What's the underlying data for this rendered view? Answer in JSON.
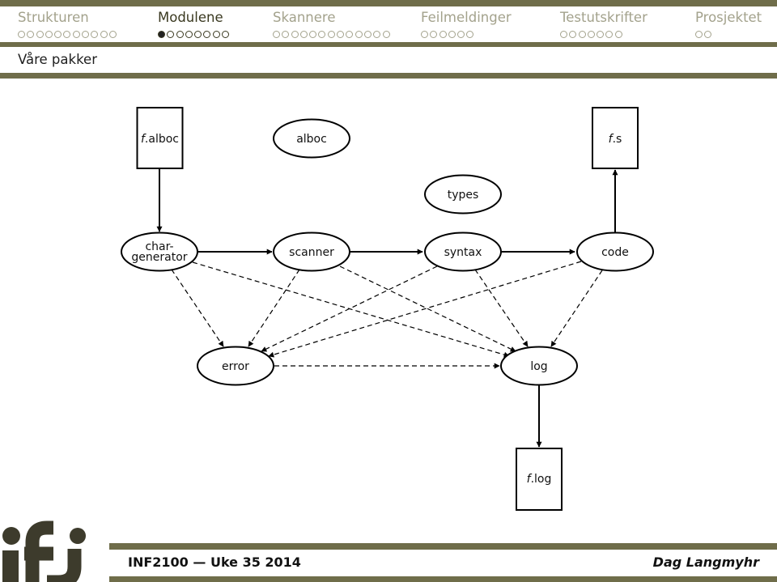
{
  "nav": {
    "sections": [
      {
        "label": "Strukturen",
        "dots": 11,
        "active": false,
        "current": -1
      },
      {
        "label": "Modulene",
        "dots": 8,
        "active": true,
        "current": 0
      },
      {
        "label": "Skannere",
        "dots": 13,
        "active": false,
        "current": -1
      },
      {
        "label": "Feilmeldinger",
        "dots": 6,
        "active": false,
        "current": -1
      },
      {
        "label": "Testutskrifter",
        "dots": 7,
        "active": false,
        "current": -1
      },
      {
        "label": "Prosjektet",
        "dots": 2,
        "active": false,
        "current": -1
      }
    ]
  },
  "frame_title": "Våre pakker",
  "diagram": {
    "nodes": {
      "file_alboc": {
        "prefix": "f",
        "suffix": ".alboc"
      },
      "alboc": {
        "label": "alboc"
      },
      "file_s": {
        "prefix": "f",
        "suffix": ".s"
      },
      "types": {
        "label": "types"
      },
      "chargenerator": {
        "line1": "char-",
        "line2": "generator"
      },
      "scanner": {
        "label": "scanner"
      },
      "syntax": {
        "label": "syntax"
      },
      "code": {
        "label": "code"
      },
      "error": {
        "label": "error"
      },
      "log": {
        "label": "log"
      },
      "file_log": {
        "prefix": "f",
        "suffix": ".log"
      }
    }
  },
  "footer": {
    "title": "INF2100 — Uke 35 2014",
    "author": "Dag Langmyhr"
  },
  "logo": {
    "text": "ifi"
  },
  "colors": {
    "band": "#6f6d4a",
    "nav_inactive": "#a3a28c",
    "nav_active": "#3a3920",
    "logo": "#3d3b2c"
  }
}
